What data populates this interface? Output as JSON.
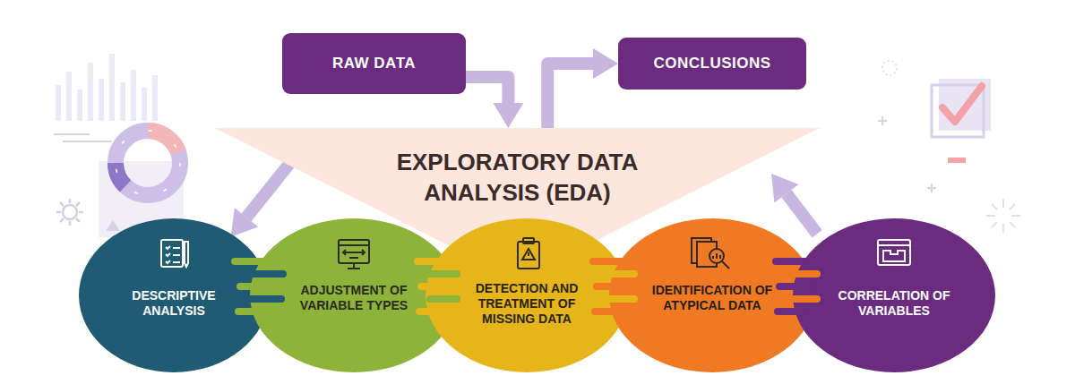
{
  "diagram": {
    "nodes": [
      {
        "text": [
          "RAW DATA"
        ]
      },
      {
        "text": [
          "CONCLUSIONS"
        ]
      },
      {
        "text": [
          "EXPLORATORY DATA ANALYSIS (EDA)"
        ]
      },
      {
        "text": [
          "DESCRIPTIVE ANALYSIS"
        ]
      },
      {
        "text": [
          "ADJUSTMENT OF VARIABLE TYPES"
        ]
      },
      {
        "text": [
          "DETECTION AND TREATMENT OF MISSING DATA"
        ]
      },
      {
        "text": [
          "IDENTIFICATION OF ATYPICAL DATA"
        ]
      },
      {
        "text": [
          "CORRELATION OF VARIABLES"
        ]
      }
    ],
    "edges": [
      {
        "from": 0,
        "to": 2,
        "arrow": "to"
      },
      {
        "from": 2,
        "to": 1,
        "arrow": "to"
      },
      {
        "from": 2,
        "to": 3,
        "arrow": "to"
      },
      {
        "from": 7,
        "to": 2,
        "arrow": "to"
      }
    ]
  }
}
